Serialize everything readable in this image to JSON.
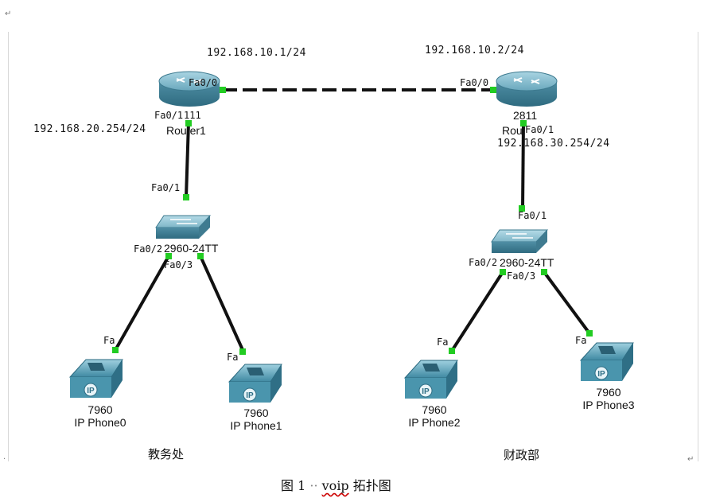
{
  "links": {
    "router_link_left_ip": "192.168.10.1/24",
    "router_link_right_ip": "192.168.10.2/24",
    "left_lan_ip": "192.168.20.254/24",
    "right_lan_ip": "192.168.30.254/24"
  },
  "router1": {
    "name": "Router1",
    "model": "111",
    "port_top": "Fa0/0",
    "port_down": "Fa0/1"
  },
  "router2": {
    "model": "2811",
    "name_fragment": "Rou",
    "port_top": "Fa0/0",
    "port_down": "Fa0/1"
  },
  "switch1": {
    "label": "2960-24TT",
    "port_up": "Fa0/1",
    "port_left": "Fa0/2",
    "port_right": "Fa0/3"
  },
  "switch2": {
    "label": "2960-24TT",
    "port_up": "Fa0/1",
    "port_left": "Fa0/2",
    "port_right": "Fa0/3"
  },
  "phones": [
    {
      "model": "7960",
      "name": "IP Phone0",
      "port": "Fa"
    },
    {
      "model": "7960",
      "name": "IP Phone1",
      "port": "Fa"
    },
    {
      "model": "7960",
      "name": "IP Phone2",
      "port": "Fa"
    },
    {
      "model": "7960",
      "name": "IP Phone3",
      "port": "Fa"
    }
  ],
  "departments": {
    "left": "教务处",
    "right": "财政部"
  },
  "caption": {
    "prefix": "图 1",
    "dots": "··",
    "word": "voip",
    "suffix": " 拓扑图"
  },
  "colors": {
    "link_line": "#111111",
    "port_dot": "#22cc22",
    "device_teal": "#5b9fb4",
    "device_dark": "#2f6f86"
  }
}
